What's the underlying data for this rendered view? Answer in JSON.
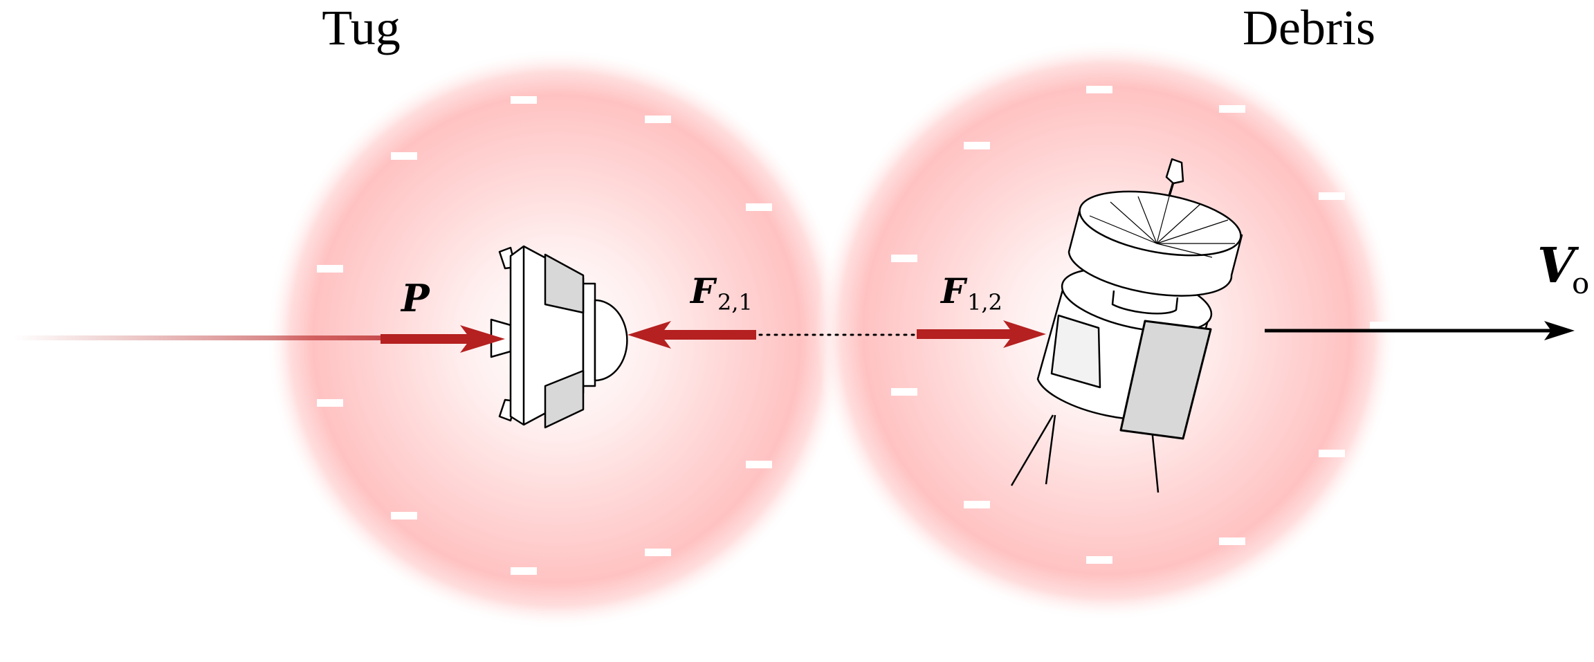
{
  "labels": {
    "tug": "Tug",
    "debris": "Debris",
    "p": "P",
    "f21_main": "F",
    "f21_sub": "2,1",
    "f12_main": "F",
    "f12_sub": "1,2",
    "v_main": "V",
    "v_sub": "o"
  },
  "colors": {
    "force_arrow": "#b52020",
    "glow": "#ff8f8f",
    "outline": "#000000",
    "panel_fill": "#d8d8d8",
    "charge_mark": "#ffffff"
  },
  "icons": {
    "tug": "tug-spacecraft-icon",
    "debris": "debris-satellite-icon"
  }
}
